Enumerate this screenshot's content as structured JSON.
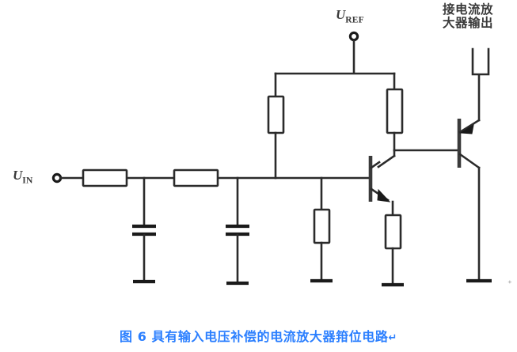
{
  "figure": {
    "caption": "图 6 具有输入电压补偿的电流放大器箝位电路",
    "caption_mark": "↵",
    "caption_color": "#2b7fff",
    "line_color": "#2b2b2b",
    "background": "#ffffff"
  },
  "labels": {
    "input_terminal": {
      "symbol": "U",
      "subscript": "IN"
    },
    "reference_terminal": {
      "symbol": "U",
      "subscript": "REF"
    },
    "output_note": {
      "line1": "接电流放",
      "line2": "大器输出"
    }
  },
  "components": {
    "resistors": [
      {
        "name": "series-resistor-1",
        "orientation": "horizontal"
      },
      {
        "name": "series-resistor-2",
        "orientation": "horizontal"
      },
      {
        "name": "ref-resistor-left",
        "orientation": "vertical"
      },
      {
        "name": "ref-resistor-right",
        "orientation": "vertical"
      },
      {
        "name": "base-bias-resistor",
        "orientation": "vertical"
      },
      {
        "name": "emitter-resistor",
        "orientation": "vertical"
      }
    ],
    "capacitors": [
      {
        "name": "filter-capacitor-1"
      },
      {
        "name": "filter-capacitor-2"
      }
    ],
    "transistors": [
      {
        "name": "transistor-npn",
        "type": "NPN"
      },
      {
        "name": "transistor-pnp",
        "type": "PNP"
      }
    ],
    "grounds": 5,
    "terminals": [
      {
        "name": "input-terminal",
        "style": "ring"
      },
      {
        "name": "reference-terminal",
        "style": "ring"
      },
      {
        "name": "output-terminal",
        "style": "fork"
      }
    ]
  },
  "stray_mark": "⁺"
}
